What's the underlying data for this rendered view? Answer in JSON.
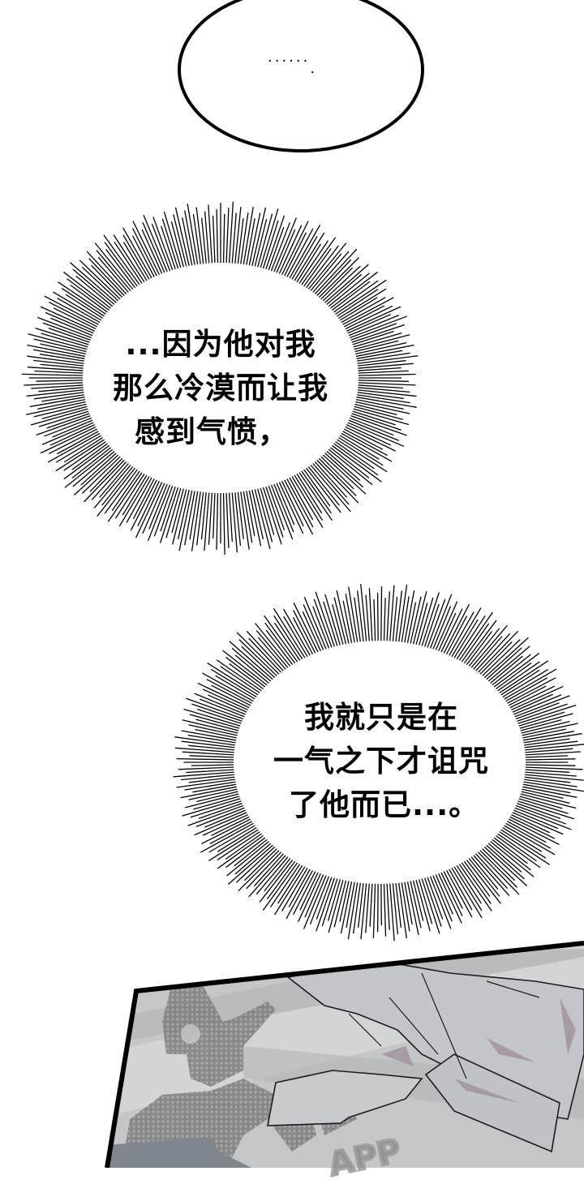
{
  "comic": {
    "panels": [
      {
        "type": "speech-bubble-oval",
        "text": "......",
        "tail_dot": "."
      },
      {
        "type": "thought-burst",
        "lines": [
          "...因为他对我",
          "那么冷漠而让我",
          "感到气愤，"
        ]
      },
      {
        "type": "thought-burst",
        "lines": [
          "我就只是在",
          "一气之下才诅咒",
          "了他而已...。"
        ]
      },
      {
        "type": "art-panel",
        "description": "grey-toned closeup of clothing/sleeve with hand, halftone watermark logo overlay",
        "watermark_text": "APP"
      }
    ]
  },
  "colors": {
    "background": "#ffffff",
    "ink": "#000000",
    "panel_grey_light": "#c9cbcd",
    "panel_grey_mid": "#a9acaf",
    "panel_grey_dark": "#7d8287",
    "shadow_mauve": "#a79aa6",
    "watermark_grey": "#8a8a8a"
  }
}
